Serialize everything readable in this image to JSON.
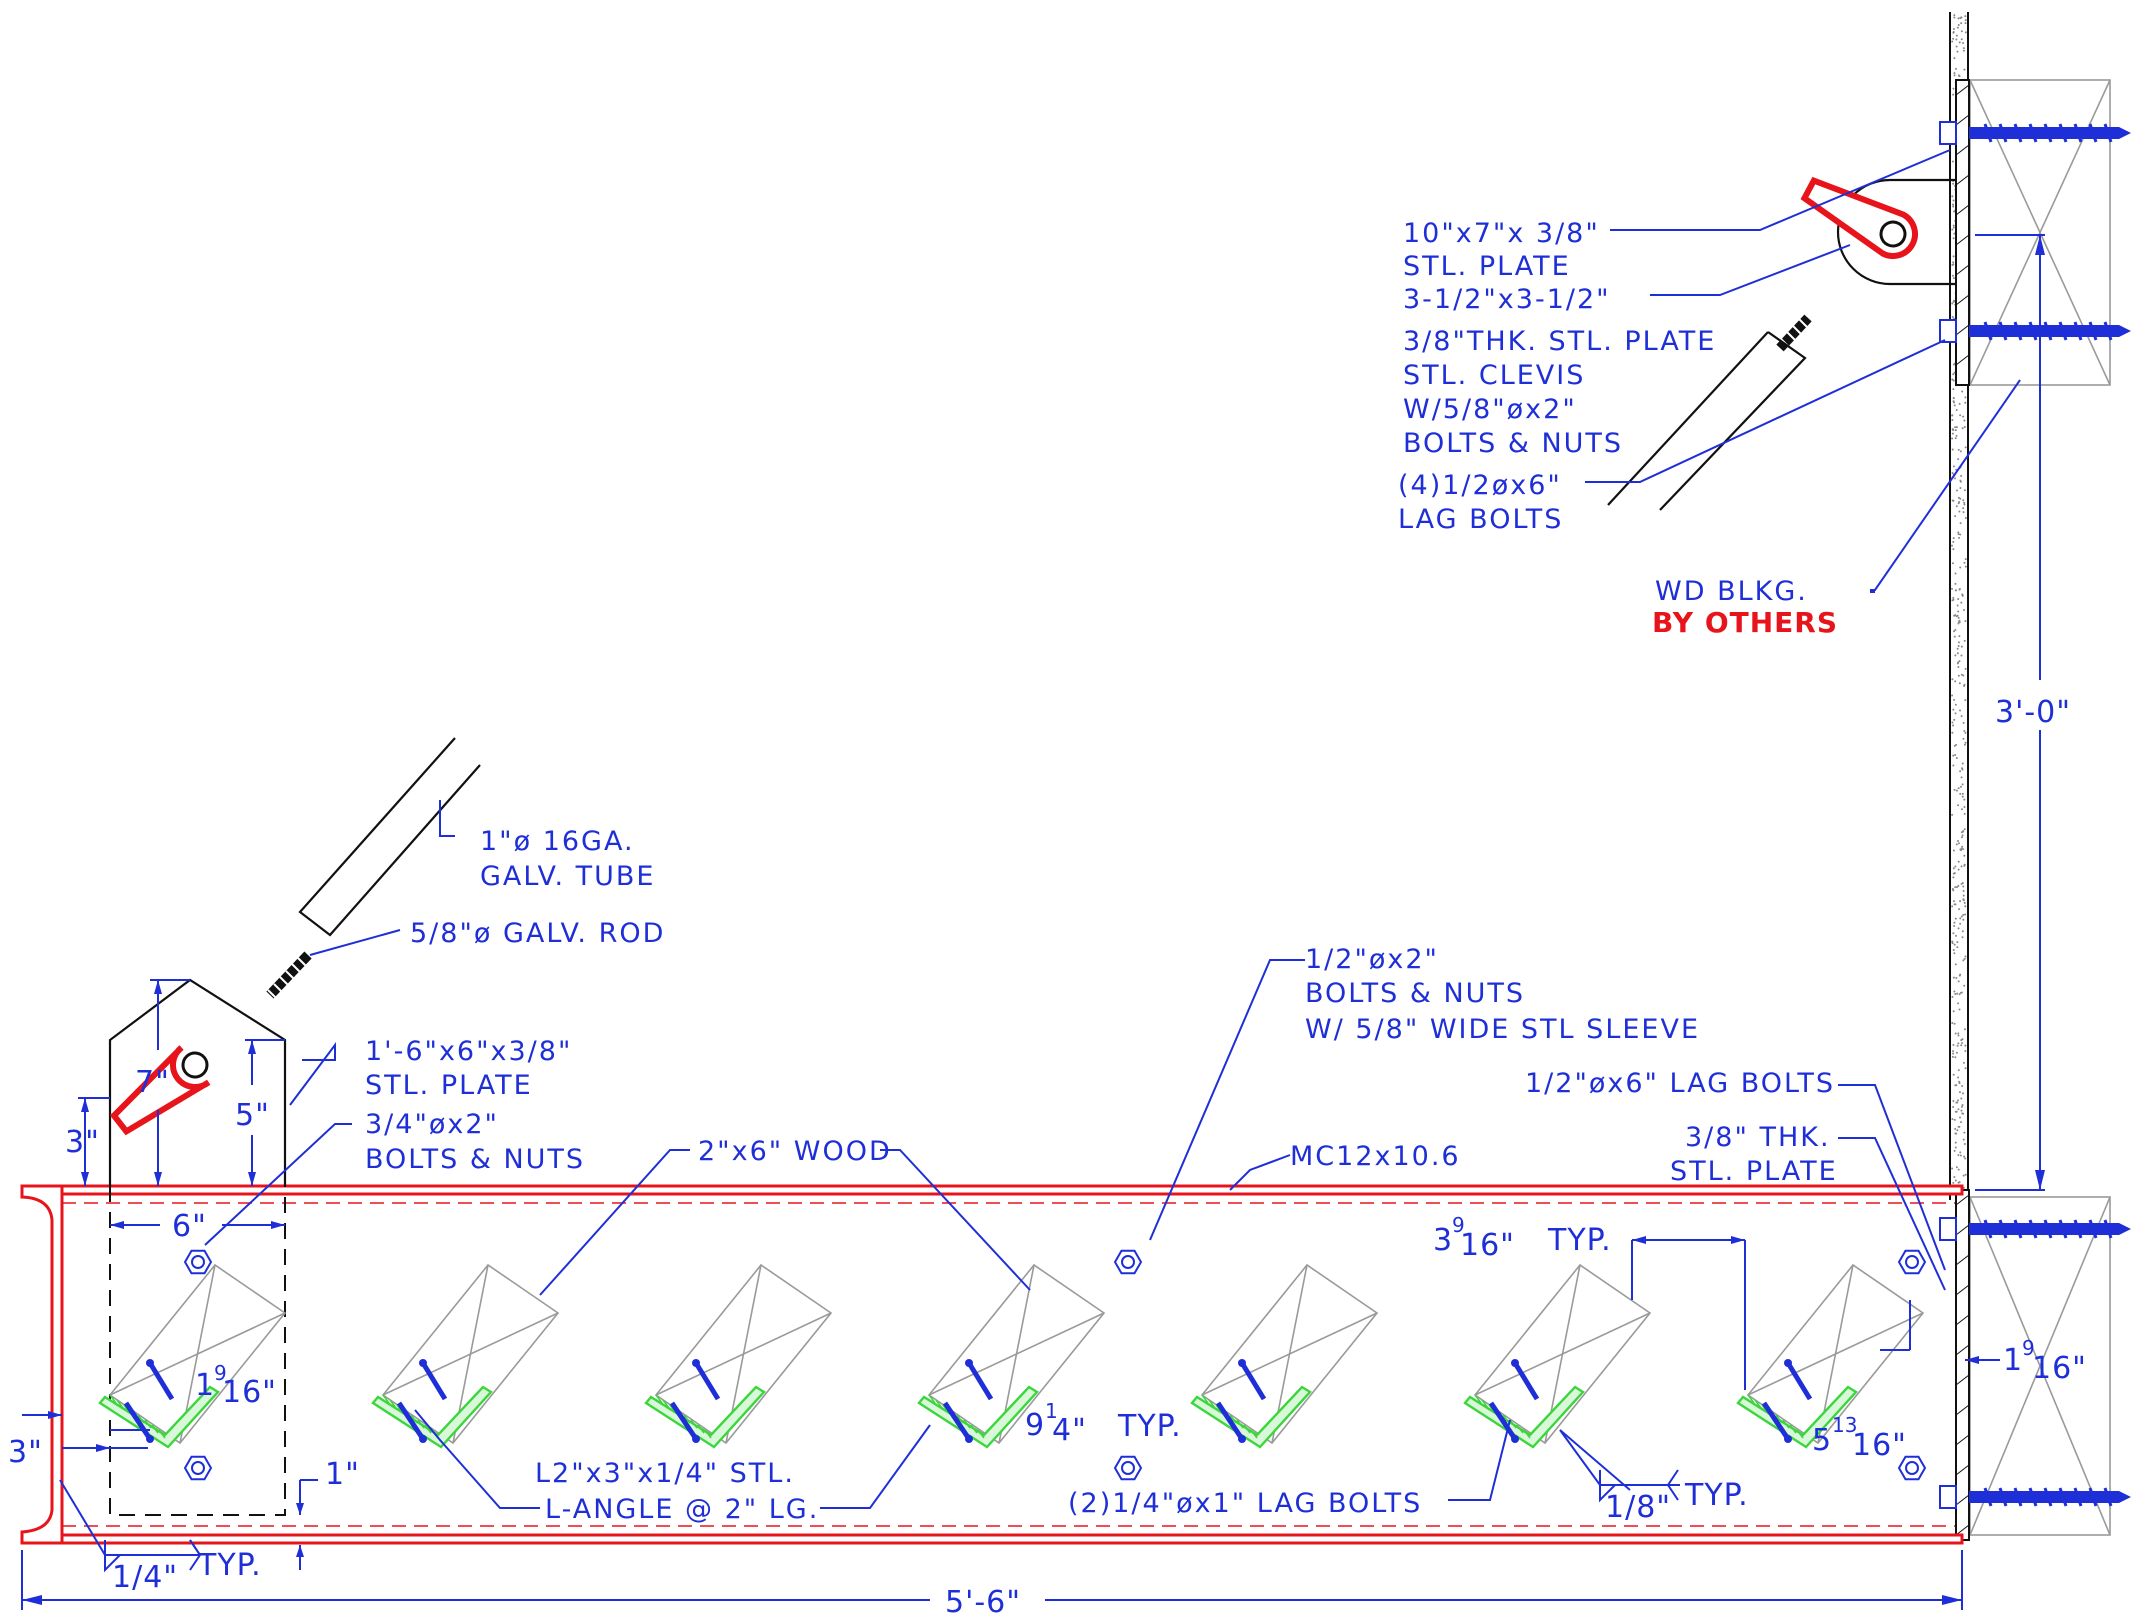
{
  "labels": {
    "plate_10x7": "10\"x7\"x 3/8\"",
    "plate_10x7_b": "STL. PLATE",
    "plate_35": "3-1/2\"x3-1/2\"",
    "plate_35_b": "3/8\"THK. STL. PLATE",
    "clevis_a": "STL. CLEVIS",
    "clevis_b": "W/5/8\"øx2\"",
    "clevis_c": "BOLTS & NUTS",
    "lag4_a": "(4)1/2øx6\"",
    "lag4_b": "LAG BOLTS",
    "wd_blkg": "WD BLKG.",
    "by_others": "BY OTHERS",
    "tube_a": "1\"ø 16GA.",
    "tube_b": "GALV. TUBE",
    "rod": "5/8\"ø GALV. ROD",
    "bolts_half_a": "1/2\"øx2\"",
    "bolts_half_b": "BOLTS & NUTS",
    "bolts_half_c": "W/ 5/8\" WIDE STL SLEEVE",
    "lag_half6": "1/2\"øx6\" LAG BOLTS",
    "plate_38_a": "3/8\" THK.",
    "plate_38_b": "STL. PLATE",
    "plate_18_a": "1'-6\"x6\"x3/8\"",
    "plate_18_b": "STL. PLATE",
    "bolts34_a": "3/4\"øx2\"",
    "bolts34_b": "BOLTS & NUTS",
    "wood": "2\"x6\" WOOD",
    "channel": "MC12x10.6",
    "angle_a": "L2\"x3\"x1/4\" STL.",
    "angle_b": "L-ANGLE @ 2\" LG.",
    "lag_quarter": "(2)1/4\"øx1\" LAG BOLTS"
  },
  "dimensions": {
    "d_3_0": "3'-0\"",
    "d_5_6": "5'-6\"",
    "d_7": "7\"",
    "d_5": "5\"",
    "d_3_top": "3\"",
    "d_6": "6\"",
    "d_3_left": "3\"",
    "d_1": "1\"",
    "d_1_9_16_a_whole": "1",
    "d_1_9_16_a_frac": "9",
    "d_1_9_16_a_den": "16\"",
    "d_1_9_16_b_whole": "1",
    "d_1_9_16_b_frac": "9",
    "d_1_9_16_b_den": "16\"",
    "d_9_1_4_whole": "9",
    "d_9_1_4_num": "1",
    "d_9_1_4_den": "4\"",
    "d_9_1_4_typ": "TYP.",
    "d_3_9_16_whole": "3",
    "d_3_9_16_num": "9",
    "d_3_9_16_den": "16\"",
    "d_3_9_16_typ": "TYP.",
    "d_5_13_16_whole": "5",
    "d_5_13_16_num": "13",
    "d_5_13_16_den": "16\""
  },
  "welds": {
    "w_1_4": "1/4\"",
    "w_1_4_typ": "TYP.",
    "w_1_8": "1/8\"",
    "w_1_8_typ": "TYP."
  },
  "colors": {
    "annotation": "#1f2fd8",
    "steel_highlight": "#e8141b",
    "weld": "#3bd63b"
  }
}
